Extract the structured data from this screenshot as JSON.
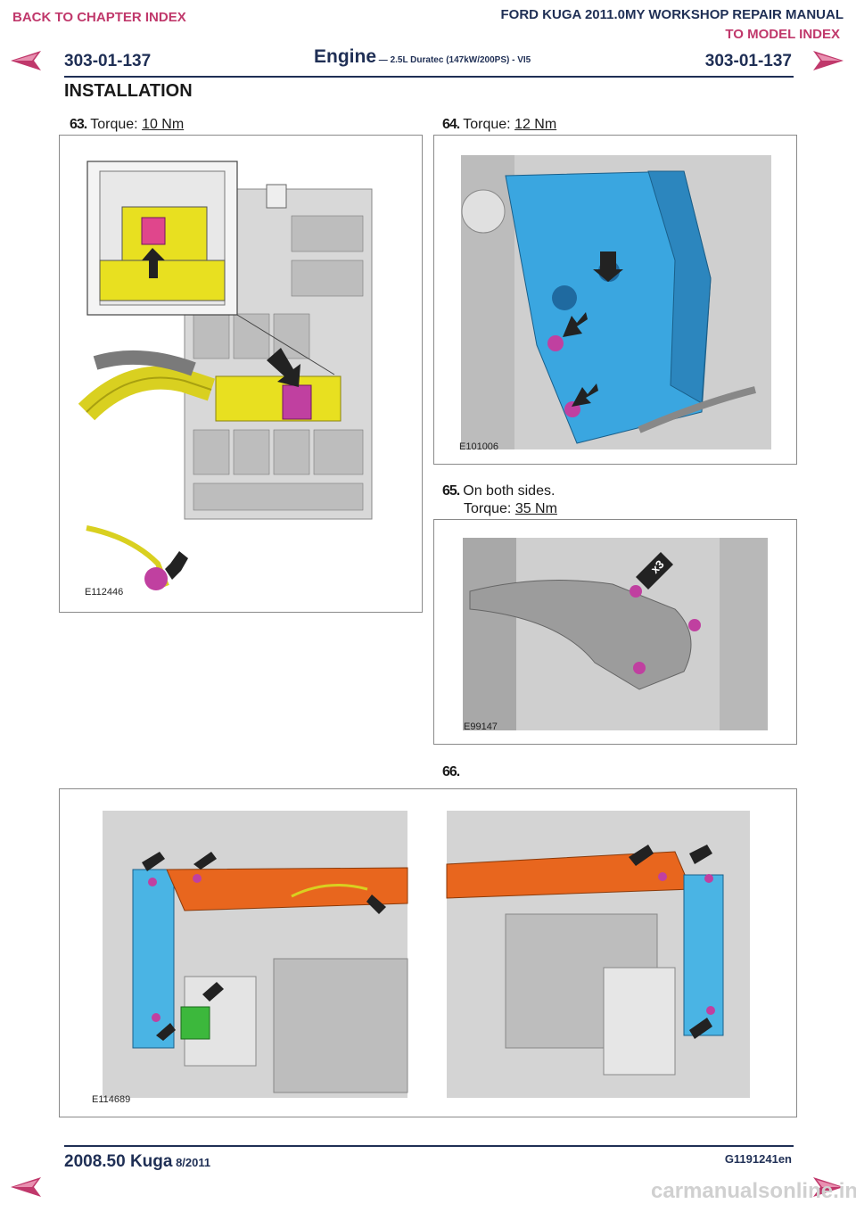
{
  "nav": {
    "back_chapter": "BACK TO CHAPTER INDEX",
    "manual_title": "FORD KUGA 2011.0MY WORKSHOP REPAIR MANUAL",
    "model_index": "TO MODEL INDEX"
  },
  "header": {
    "page_left": "303-01-137",
    "page_right": "303-01-137",
    "section_title": "Engine",
    "section_sub": " — 2.5L Duratec (147kW/200PS) - VI5",
    "heading": "INSTALLATION"
  },
  "steps": [
    {
      "num": "63.",
      "text": "Torque: ",
      "value": "10 Nm",
      "figure_code": "E112446"
    },
    {
      "num": "64.",
      "text": "Torque: ",
      "value": "12 Nm",
      "figure_code": "E101006"
    },
    {
      "num": "65.",
      "line1": "On both sides.",
      "text": "Torque: ",
      "value": "35 Nm",
      "figure_code": "E99147",
      "badge": "x3"
    },
    {
      "num": "66.",
      "figure_code": "E114689"
    }
  ],
  "footer": {
    "model": "2008.50 Kuga",
    "date": " 8/2011",
    "doc_code": "G1191241en",
    "watermark": "carmanualsonline.info"
  },
  "colors": {
    "pink": "#c0386b",
    "navy": "#1f2f55",
    "connector_yellow": "#e8e020",
    "tray_blue": "#3aa6e0",
    "panel_orange": "#e8661e",
    "clip_magenta": "#c040a0"
  }
}
